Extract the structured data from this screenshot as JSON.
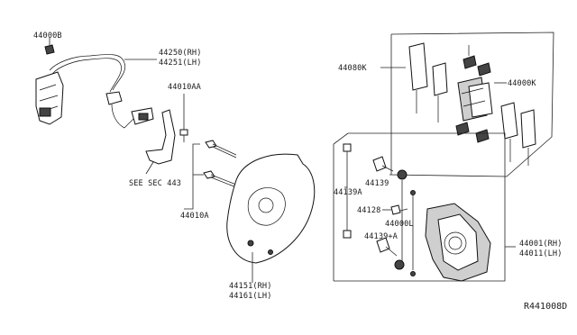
{
  "diagram": {
    "reference_code": "R441008D",
    "callouts": {
      "p44000b": "44000B",
      "p44250": "44250(RH)",
      "p44251": "44251(LH)",
      "p44010aa": "44010AA",
      "see_sec": "SEE SEC 443",
      "p44010a": "44010A",
      "p44151": "44151(RH)",
      "p44161": "44161(LH)",
      "p44080k": "44080K",
      "p44000k": "44000K",
      "p44139a": "44139A",
      "p44139": "44139",
      "p44128": "44128",
      "p44000l": "44000L",
      "p44139_a": "44139+A",
      "p44001": "44001(RH)",
      "p44011": "44011(LH)"
    }
  }
}
